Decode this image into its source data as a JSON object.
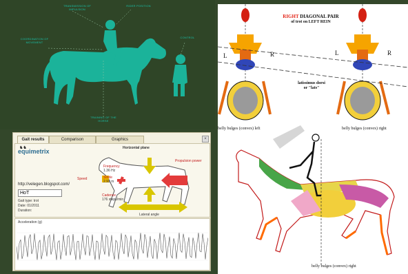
{
  "left_panel": {
    "labels": [
      "TRANSMISSION OF IMPULSION",
      "RIDER POSITION",
      "COORDINATION OF MOVEMENT",
      "CONTROL",
      "TRAINING OF THE HORSE"
    ]
  },
  "right_panel": {
    "title_red": "RIGHT",
    "title_rest": " DIAGONAL PAIR",
    "subtitle": "of trot on LEFT REIN",
    "label_L1": "L",
    "label_R1": "R",
    "label_L2": "L",
    "label_R2": "R",
    "muscle_label": "latissimus dorsi",
    "muscle_label2": "or \"lats\"",
    "belly_left": "belly bulges (convex) left",
    "belly_right": "belly bulges (convex) right",
    "belly_bottom": "belly bulges (convex) right"
  },
  "app": {
    "tabs": [
      "Gait results",
      "Comparison",
      "Graphics"
    ],
    "brand": "equimetrix",
    "url": "http://velegen.blogspot.com/",
    "horse_name": "HoT",
    "info_lines": [
      "Gait type: trot",
      "Date: 01/2011",
      "Duration:"
    ],
    "gait_title": "Horizontal plane",
    "propulsion_label": "Propulsion power",
    "frequency_label": "Frequency",
    "frequency_value": "1.36 Hz",
    "stride_label": "Stride",
    "stride_value": "2.92 m",
    "speed_label": "Speed",
    "cadence_label": "Cadence",
    "cadence_value": "176 steps/min",
    "lateral_label": "Lateral angle",
    "signal_label": "Acceleration (g)"
  }
}
